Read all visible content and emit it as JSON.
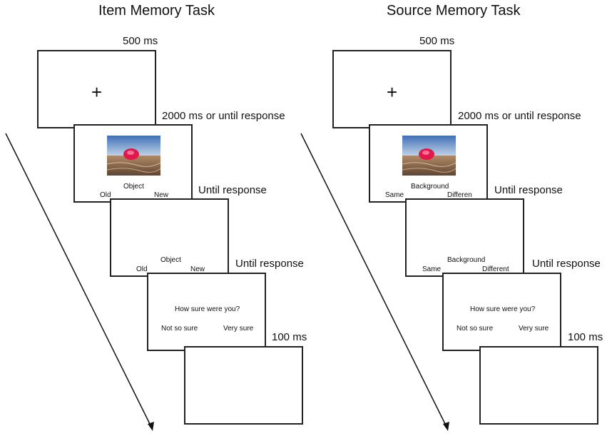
{
  "left": {
    "title": "Item Memory Task",
    "t1": "500 ms",
    "t2": "2000 ms or until response",
    "t3": "Until response",
    "t4": "Until response",
    "t5": "100 ms",
    "fixation": "+",
    "s2": {
      "prompt": "Object",
      "opt_a": "Old",
      "opt_b": "New"
    },
    "s3": {
      "prompt": "Object",
      "opt_a": "Old",
      "opt_b": "New"
    },
    "s4": {
      "prompt": "How sure were you?",
      "opt_a": "Not so sure",
      "opt_b": "Very sure"
    }
  },
  "right": {
    "title": "Source Memory Task",
    "t1": "500 ms",
    "t2": "2000 ms or until response",
    "t3": "Until response",
    "t4": "Until response",
    "t5": "100 ms",
    "fixation": "+",
    "s2": {
      "prompt": "Background",
      "opt_a": "Same",
      "opt_b": "Differen"
    },
    "s3": {
      "prompt": "Background",
      "opt_a": "Same",
      "opt_b": "Different"
    },
    "s4": {
      "prompt": "How sure were you?",
      "opt_a": "Not so sure",
      "opt_b": "Very sure"
    }
  },
  "colors": {
    "frame": "#222222",
    "object": "#e0194a",
    "sky": "#5f8fc8",
    "sand": "#8a6a4f"
  }
}
